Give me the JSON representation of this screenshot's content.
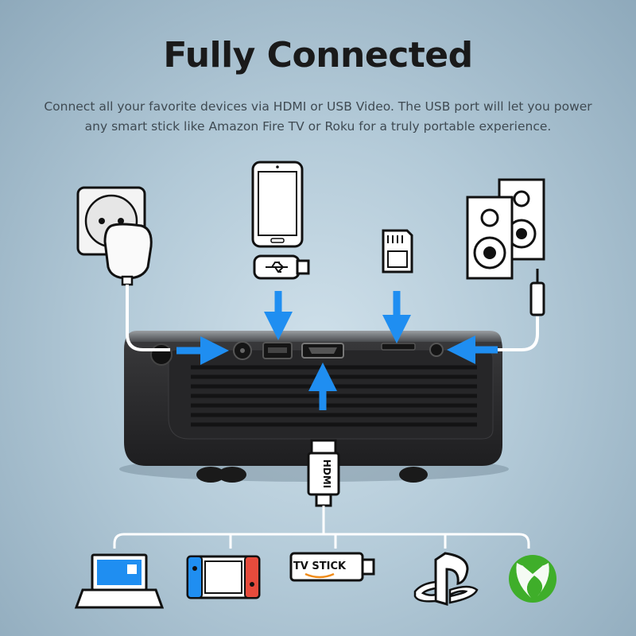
{
  "heading": {
    "title": "Fully Connected",
    "subtitle": "Connect all your favorite devices via HDMI or USB Video. The USB port will let you power any smart stick like Amazon Fire TV or Roku for a truly portable experience."
  },
  "labels": {
    "hdmi_cable": "HDMI",
    "tv_stick": "TV STICK"
  },
  "colors": {
    "arrow": "#1f8ef1",
    "projector": "#2b2b2d",
    "xbox": "#3fae2a"
  },
  "devices_top": [
    "power-outlet-icon",
    "smartphone-icon",
    "usb-drive-icon",
    "sd-card-icon",
    "speakers-icon"
  ],
  "devices_bottom": [
    "laptop-icon",
    "game-console-icon",
    "tv-stick-icon",
    "playstation-icon",
    "xbox-icon"
  ]
}
